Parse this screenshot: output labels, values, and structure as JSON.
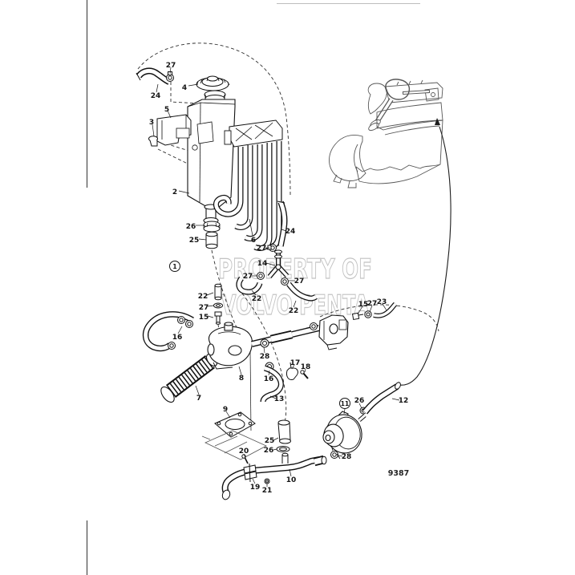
{
  "watermark": {
    "line1": "PROPERTY OF",
    "line2": "VOLVO PENTA"
  },
  "drawing_number": "9387",
  "circled_refs": [
    "1",
    "11"
  ],
  "callouts": [
    "27",
    "24",
    "4",
    "5",
    "3",
    "2",
    "26",
    "25",
    "6",
    "24",
    "27",
    "14",
    "27",
    "27",
    "22",
    "22",
    "22",
    "27",
    "15",
    "16",
    "15",
    "27",
    "23",
    "28",
    "8",
    "16",
    "17",
    "18",
    "13",
    "7",
    "9",
    "25",
    "26",
    "20",
    "19",
    "21",
    "10",
    "26",
    "12",
    "28"
  ]
}
